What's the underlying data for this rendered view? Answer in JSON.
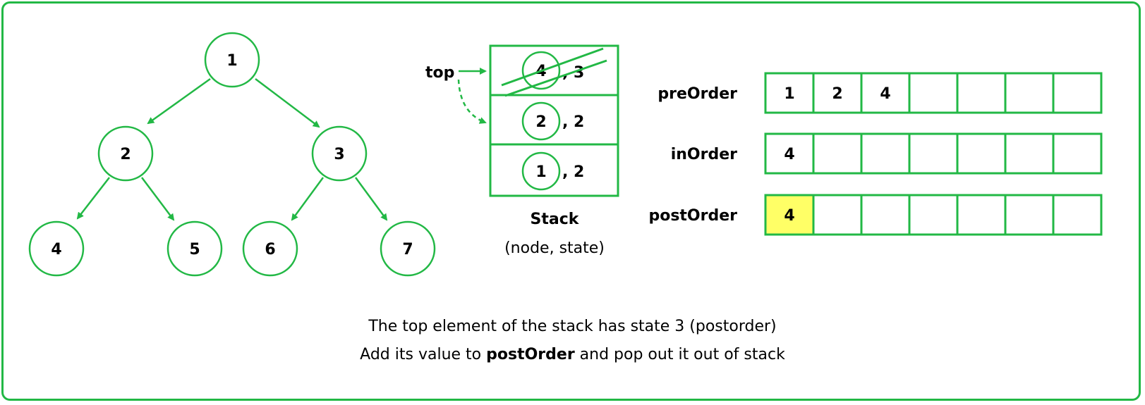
{
  "tree": {
    "nodes": [
      {
        "label": "1"
      },
      {
        "label": "2"
      },
      {
        "label": "3"
      },
      {
        "label": "4"
      },
      {
        "label": "5"
      },
      {
        "label": "6"
      },
      {
        "label": "7"
      }
    ]
  },
  "stack": {
    "top_label": "top",
    "entries": [
      {
        "node": "4",
        "state": ", 3",
        "crossed": true
      },
      {
        "node": "2",
        "state": ", 2",
        "crossed": false
      },
      {
        "node": "1",
        "state": ", 2",
        "crossed": false
      }
    ],
    "title": "Stack",
    "subtitle": "(node, state)"
  },
  "arrays": [
    {
      "label": "preOrder",
      "cells": [
        "1",
        "2",
        "4",
        "",
        "",
        "",
        ""
      ],
      "highlight": -1
    },
    {
      "label": "inOrder",
      "cells": [
        "4",
        "",
        "",
        "",
        "",
        "",
        ""
      ],
      "highlight": -1
    },
    {
      "label": "postOrder",
      "cells": [
        "4",
        "",
        "",
        "",
        "",
        "",
        ""
      ],
      "highlight": 0
    }
  ],
  "caption": {
    "line1": "The top element of the stack has state 3 (postorder)",
    "line2_before": "Add its value to ",
    "line2_bold": "postOrder",
    "line2_after": " and pop out it out of stack"
  },
  "colors": {
    "accent": "#22b845",
    "highlight": "#ffff66"
  }
}
